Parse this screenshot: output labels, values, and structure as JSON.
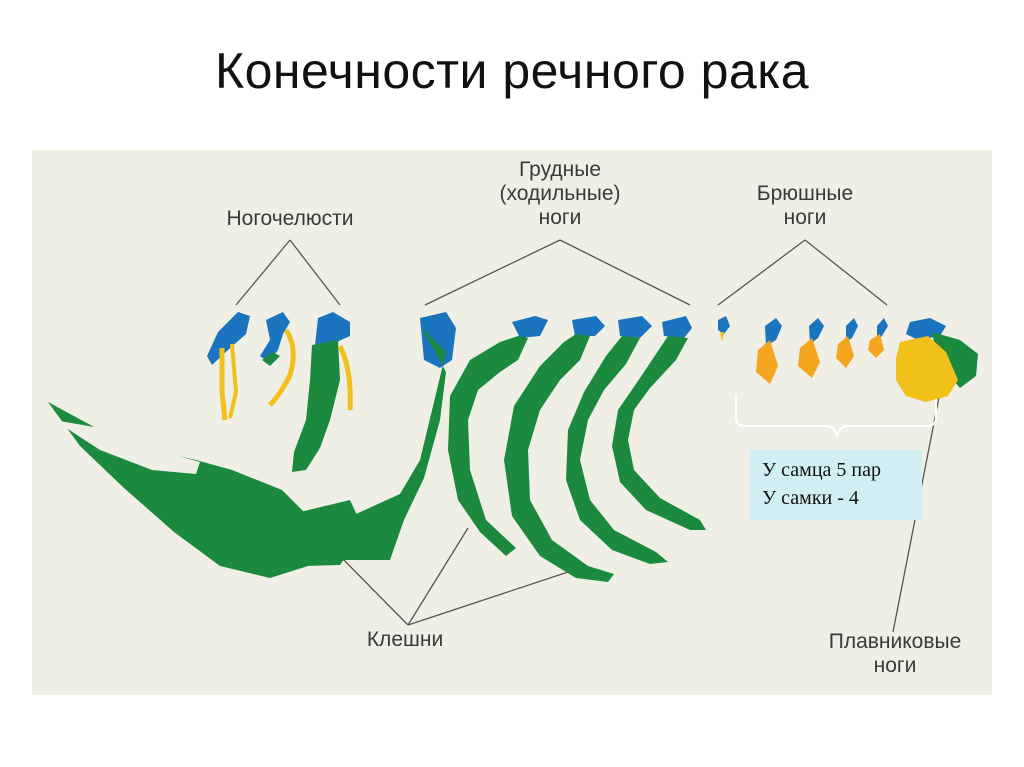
{
  "title": "Конечности речного рака",
  "labels": {
    "maxillipeds": "Ногочелюсти",
    "thoracic_l1": "Грудные",
    "thoracic_l2": "(ходильные)",
    "thoracic_l3": "ноги",
    "abdominal_l1": "Брюшные",
    "abdominal_l2": "ноги",
    "claws": "Клешни",
    "swimmerets_l1": "Плавниковые",
    "swimmerets_l2": "ноги"
  },
  "note": {
    "line1": "У самца 5 пар",
    "line2": "У самки - 4"
  },
  "colors": {
    "green": "#1c8a3e",
    "blue": "#1a74be",
    "yellow": "#f2c01a",
    "orange": "#f3a51e",
    "panel": "#efefe6",
    "note_bg": "#d1eef2"
  }
}
